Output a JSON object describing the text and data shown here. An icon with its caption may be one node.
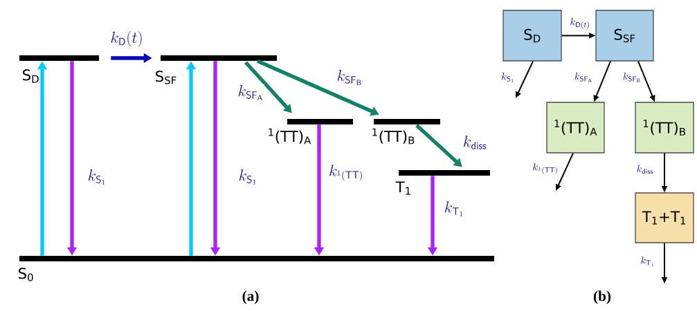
{
  "diagram": {
    "nodes": [
      {
        "text": [
          "S$_{D}$"
        ]
      },
      {
        "text": [
          "S$_{SF}$"
        ]
      },
      {
        "text": [
          "$^{1}$(TT)$_{A}$"
        ]
      },
      {
        "text": [
          "$^{1}$(TT)$_{B}$"
        ]
      },
      {
        "text": [
          "T$_{1}$"
        ]
      },
      {
        "text": [
          "S$_{0}$"
        ]
      },
      {
        "text": [
          "S$_{D}$"
        ]
      },
      {
        "text": [
          "S$_{SF}$"
        ]
      },
      {
        "text": [
          "$^{1}$(TT)$_{A}$"
        ]
      },
      {
        "text": [
          "$^{1}$(TT)$_{B}$"
        ]
      },
      {
        "text": [
          "T$_{1}$+T$_{1}$"
        ]
      }
    ],
    "edges": [
      {
        "from": 0,
        "to": 1,
        "arrow": "to",
        "label": "k_{\\mathsf{D}}(t)",
        "color": "#0a0ab4"
      },
      {
        "from": 5,
        "to": 0,
        "arrow": "to",
        "color": "#00ccff"
      },
      {
        "from": 0,
        "to": 5,
        "arrow": "to",
        "label": "k_{\\mathsf{S}_1}",
        "color": "#aa22ff"
      },
      {
        "from": 5,
        "to": 1,
        "arrow": "to",
        "color": "#00ccff"
      },
      {
        "from": 1,
        "to": 5,
        "arrow": "to",
        "label": "k_{\\mathsf{S}_1}",
        "color": "#aa22ff"
      },
      {
        "from": 1,
        "to": 2,
        "arrow": "to",
        "label": "k_{\\mathsf{SF}_\\mathsf{A}}",
        "color": "#158068"
      },
      {
        "from": 1,
        "to": 3,
        "arrow": "to",
        "label": "k_{\\mathsf{SF}_\\mathsf{B}}",
        "color": "#158068"
      },
      {
        "from": 3,
        "to": 4,
        "arrow": "to",
        "label": "k_{\\mathsf{diss}}",
        "color": "#158068"
      },
      {
        "from": 2,
        "to": 5,
        "arrow": "to",
        "label": "k_{^1\\mathsf{(TT)}}",
        "color": "#aa22ff"
      },
      {
        "from": 4,
        "to": 5,
        "arrow": "to",
        "label": "k_{\\mathsf{T}_1}",
        "color": "#aa22ff"
      },
      {
        "from": 6,
        "to": 7,
        "arrow": "to",
        "label": "k_{\\mathsf{D}(t)}"
      },
      {
        "from": 6,
        "to": null,
        "arrow": "to",
        "label": "k_{\\mathsf{S}_1}"
      },
      {
        "from": 7,
        "to": 8,
        "arrow": "to",
        "label": "k_{\\mathsf{SF}_\\mathsf{A}}"
      },
      {
        "from": 7,
        "to": 9,
        "arrow": "to",
        "label": "k_{\\mathsf{SF}_\\mathsf{B}}"
      },
      {
        "from": 8,
        "to": null,
        "arrow": "to",
        "label": "k_{^1\\mathsf{(TT)}}"
      },
      {
        "from": 9,
        "to": 10,
        "arrow": "to",
        "label": "k_{\\mathsf{diss}}"
      },
      {
        "from": 10,
        "to": null,
        "arrow": "to",
        "label": "k_{\\mathsf{T}_1}"
      }
    ],
    "labels": [
      "(a)",
      "(b)"
    ]
  }
}
